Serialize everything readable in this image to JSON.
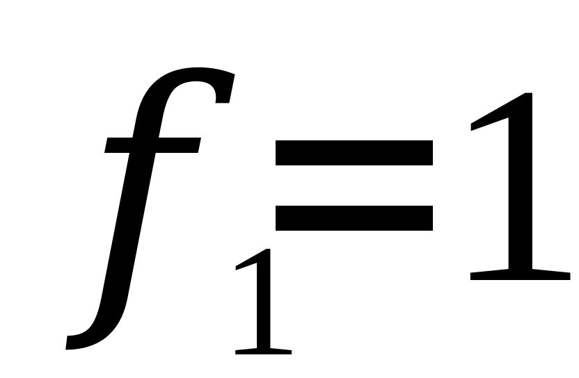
{
  "formula": {
    "variable": "f",
    "subscript": "1",
    "operator": "=",
    "value": "1"
  },
  "colors": {
    "background": "#ffffff",
    "ink": "#000000"
  }
}
